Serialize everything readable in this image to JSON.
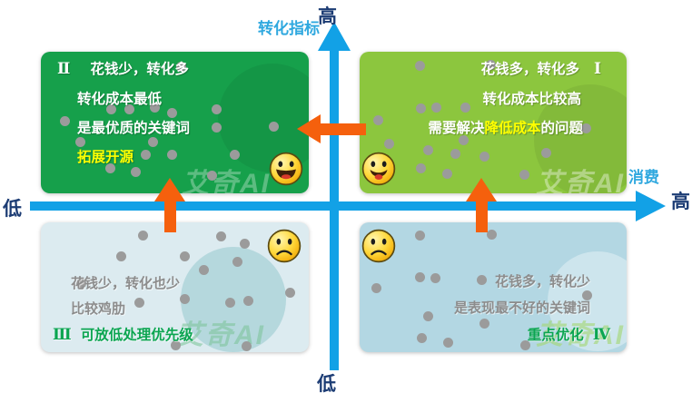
{
  "colors": {
    "axis_blue": "#12A1E6",
    "navy_text": "#1C3C74",
    "label_blue": "#2FA8DF",
    "orange": "#F5600D",
    "q2_green": "#16A04B",
    "q1_green": "#8CC63E",
    "q3_bg": "#DCEBF0",
    "q4_bg": "#B3D7E3",
    "dot_gray": "#9B9B9B",
    "gray_text": "#8C8C8C",
    "green_text": "#0BA551",
    "yellow_text": "#FFFF00"
  },
  "axes": {
    "vertical_label": "转化指标",
    "vertical_top": "高",
    "vertical_bottom": "低",
    "horizontal_label": "消费",
    "horizontal_left": "低",
    "horizontal_right": "高"
  },
  "quadrants": {
    "q2": {
      "numeral": "Ⅱ",
      "lines": [
        "花钱少，转化多",
        "转化成本最低",
        "是最优质的关键词"
      ],
      "highlight": "拓展开源",
      "emoji": "happy"
    },
    "q1": {
      "numeral": "Ⅰ",
      "lines": [
        "花钱多，转化多",
        "转化成本比较高"
      ],
      "line3": {
        "prefix": "需要解决",
        "highlight": "降低成本",
        "suffix": "的问题"
      },
      "emoji": "happy"
    },
    "q3": {
      "numeral": "Ⅲ",
      "lines": [
        "花钱少，转化也少",
        "比较鸡肋"
      ],
      "action": "可放低处理优先级",
      "emoji": "sad"
    },
    "q4": {
      "numeral": "Ⅳ",
      "lines": [
        "花钱多，转化少",
        "是表现最不好的关键词"
      ],
      "action": "重点优化",
      "emoji": "sad"
    }
  },
  "watermark": "艾奇AI",
  "dots": {
    "q2": [
      [
        199,
        73
      ],
      [
        122,
        120
      ],
      [
        142,
        120
      ],
      [
        170,
        118
      ],
      [
        189,
        124
      ],
      [
        238,
        120
      ],
      [
        71,
        133
      ],
      [
        238,
        140
      ],
      [
        301,
        139
      ],
      [
        88,
        156
      ],
      [
        168,
        156
      ],
      [
        160,
        170
      ],
      [
        189,
        170
      ],
      [
        258,
        170
      ],
      [
        121,
        185
      ],
      [
        149,
        189
      ],
      [
        233,
        193
      ]
    ],
    "q1": [
      [
        462,
        72
      ],
      [
        540,
        71
      ],
      [
        463,
        119
      ],
      [
        480,
        118
      ],
      [
        512,
        118
      ],
      [
        416,
        132
      ],
      [
        645,
        141
      ],
      [
        428,
        158
      ],
      [
        510,
        154
      ],
      [
        471,
        165
      ],
      [
        501,
        169
      ],
      [
        533,
        172
      ],
      [
        601,
        168
      ],
      [
        463,
        185
      ],
      [
        492,
        191
      ],
      [
        577,
        192
      ]
    ],
    "q3": [
      [
        157,
        259
      ],
      [
        243,
        260
      ],
      [
        269,
        268
      ],
      [
        133,
        282
      ],
      [
        203,
        282
      ],
      [
        224,
        297
      ],
      [
        261,
        288
      ],
      [
        89,
        312
      ],
      [
        319,
        322
      ],
      [
        153,
        333
      ],
      [
        203,
        329
      ],
      [
        253,
        333
      ],
      [
        273,
        331
      ],
      [
        193,
        380
      ],
      [
        271,
        381
      ]
    ],
    "q4": [
      [
        462,
        259
      ],
      [
        541,
        258
      ],
      [
        462,
        305
      ],
      [
        479,
        306
      ],
      [
        530,
        308
      ],
      [
        414,
        317
      ],
      [
        646,
        325
      ],
      [
        471,
        348
      ],
      [
        533,
        356
      ],
      [
        464,
        372
      ],
      [
        493,
        377
      ],
      [
        578,
        380
      ]
    ]
  }
}
